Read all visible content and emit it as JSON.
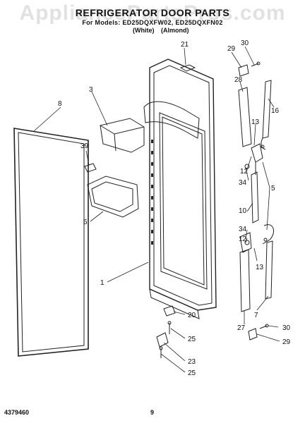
{
  "header": {
    "title": "REFRIGERATOR DOOR PARTS",
    "subtitle": "For Models: ED25DQXFW02, ED25DQXFN02",
    "color_white": "(White)",
    "color_almond": "(Almond)"
  },
  "watermark": "AppliancePartsPros.com",
  "footer": {
    "doc_number": "4379460",
    "page_number": "9"
  },
  "callouts": [
    "21",
    "30",
    "29",
    "28",
    "3",
    "8",
    "16",
    "13",
    "39",
    "12",
    "5",
    "34",
    "10",
    "6",
    "34",
    "12",
    "13",
    "1",
    "7",
    "27",
    "20",
    "25",
    "30",
    "29",
    "23",
    "25"
  ]
}
